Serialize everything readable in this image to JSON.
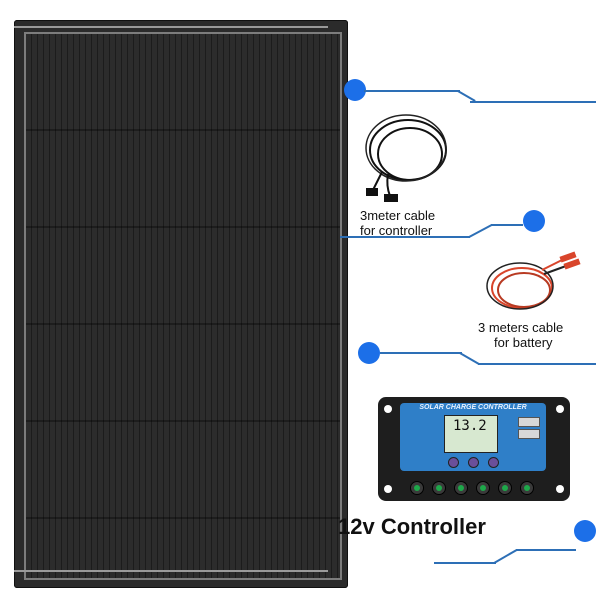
{
  "labels": {
    "cable_controller_line1": "3meter cable",
    "cable_controller_line2": "for controller",
    "cable_battery_line1": "3 meters cable",
    "cable_battery_line2": "for battery",
    "controller": "12v Controller"
  },
  "controller_face": {
    "title": "SOLAR CHARGE CONTROLLER",
    "lcd_value": "13.2"
  },
  "colors": {
    "dot": "#1c6fe8",
    "line": "#2d6fb6",
    "panel": "#2b2b2b",
    "controller_face": "#2f7fc8"
  }
}
